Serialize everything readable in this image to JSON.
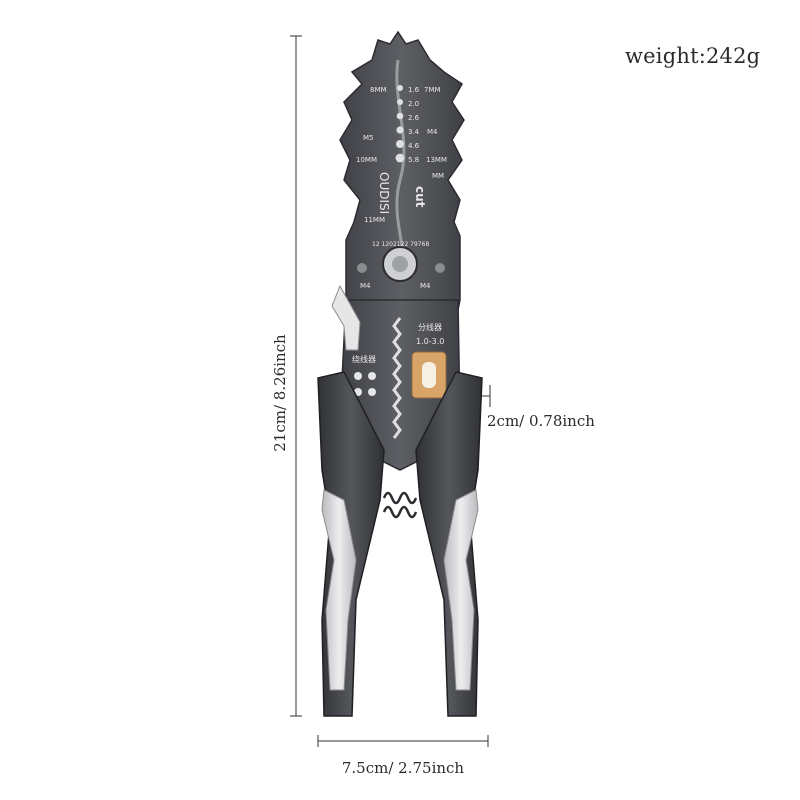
{
  "product": {
    "weight_text": "weight:242g",
    "brand_mark": "OUDISI",
    "cut_label": "cut",
    "stripper_label": "分线器",
    "stripper_range": "1.0-3.0",
    "small_label": "绕线器",
    "gauge_values": [
      "1.6",
      "2.0",
      "2.6",
      "3.4",
      "4.6",
      "5.8"
    ],
    "wrench_labels": {
      "left_top": "8MM",
      "right_top": "7MM",
      "left_mid": "M5",
      "right_mid": "M4",
      "left_low": "10MM",
      "right_low": "13MM",
      "mm": "MM",
      "left_bottom": "M4",
      "right_bottom": "M4",
      "left_side": "11MM"
    },
    "awg_scale": "12 1202122 79768"
  },
  "dimensions": {
    "height": "21cm/ 8.26inch",
    "width": "7.5cm/ 2.75inch",
    "jaw": "2cm/ 0.78inch"
  },
  "colors": {
    "metal_dark": "#4b4d52",
    "metal_mid": "#6a6c71",
    "handle_dark": "#3c3e42",
    "grip_light": "#d6d7d9",
    "accent_copper": "#d9a468",
    "dimension_line": "#333333"
  }
}
